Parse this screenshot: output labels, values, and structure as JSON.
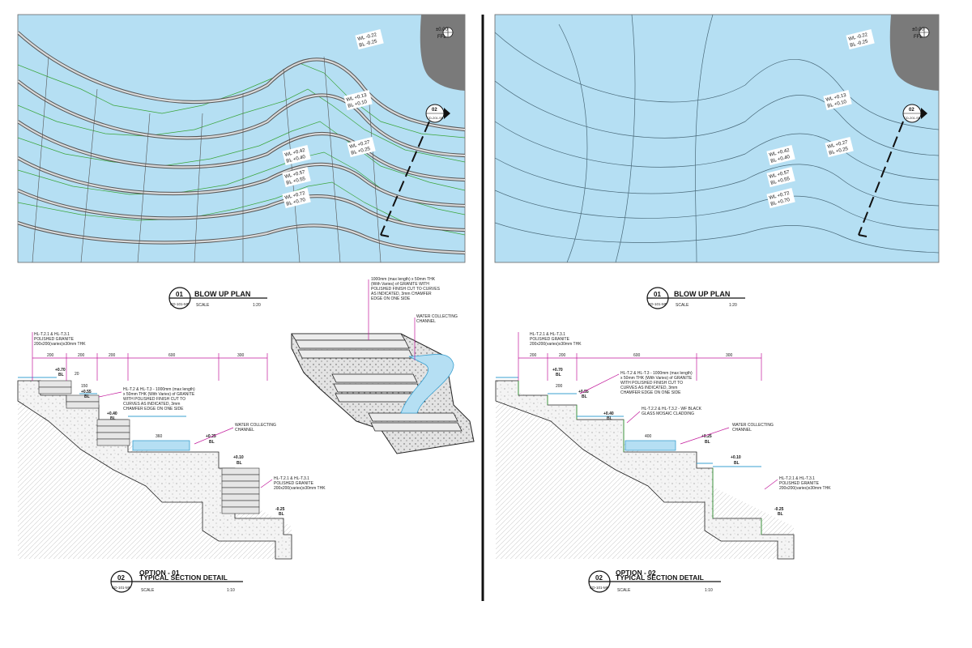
{
  "colors": {
    "water": "#b5dff3",
    "granite": "#d9d9d9",
    "accent": "#c2189b",
    "green": "#3aa53a",
    "ffl": "#7a7a7a"
  },
  "levels": {
    "wl_022": "WL -0.22",
    "bl_025": "BL -0.25",
    "wl_013": "WL +0.13",
    "bl_010": "BL +0.10",
    "wl_027": "WL +0.27",
    "bl_025p": "BL +0.25",
    "wl_042": "WL +0.42",
    "bl_040": "BL +0.40",
    "wl_057": "WL +0.57",
    "bl_055": "BL +0.55",
    "wl_072": "WL +0.72",
    "bl_070": "BL +0.70",
    "ffl_value": "±0.00",
    "ffl_label": "FFL"
  },
  "section_marker": {
    "num": "02",
    "ref": "CD-201-SE"
  },
  "plan_title": {
    "num": "01",
    "ref": "CD-101-MF",
    "title": "BLOW UP PLAN",
    "scale_label": "SCALE",
    "scale": "1:20"
  },
  "option1": {
    "option": "OPTION - 01",
    "num": "02",
    "ref": "CD-101-MF",
    "title": "TYPICAL SECTION DETAIL",
    "scale_label": "SCALE",
    "scale": "1:10",
    "note_top": "HL-T.2.1 & HL-T.3.1\nPOLISHED GRANITE\n200x200(varies)x30mm THK",
    "note_mid": "HL-T.2 & HL-T.3 - 1000mm (max length)\nx 50mm THK (With Varies) of GRANITE\nWITH POLISHED FINISH CUT TO\nCURVES AS INDICATED, 3mm\nCHAMFER EDGE ON ONE SIDE",
    "note_channel": "WATER COLLECTING\nCHANNEL",
    "note_bottom": "HL-T.2.1 & HL-T.3.1\nPOLISHED GRANITE\n200x200(varies)x30mm THK",
    "dims": [
      "200",
      "200",
      "200",
      "600",
      "300"
    ],
    "small_dims": [
      "20",
      "150",
      "360"
    ],
    "lv": [
      "+0.70",
      "+0.55",
      "+0.40",
      "+0.25",
      "+0.10",
      "-0.25"
    ],
    "bl": "BL"
  },
  "iso": {
    "note_granite": "1000mm (max length) x 50mm THK\n(With Varies) of GRANITE WITH\nPOLISHED FINISH CUT TO CURVES\nAS INDICATED, 3mm CHAMFER\nEDGE ON ONE SIDE",
    "note_channel": "WATER COLLECTING\nCHANNEL"
  },
  "option2": {
    "option": "OPTION - 02",
    "num": "02",
    "ref": "CD-101-MF",
    "title": "TYPICAL SECTION DETAIL",
    "scale_label": "SCALE",
    "scale": "1:10",
    "note_top": "HL-T.2.1 & HL-T.3.1\nPOLISHED GRANITE\n200x200(varies)x30mm THK",
    "note_mid": "HL-T.2 & HL-T.3 - 1000mm (max length)\nx 50mm THK (With Varies) of GRANITE\nWITH POLISHED FINISH CUT TO\nCURVES AS INDICATED, 3mm\nCHAMFER EDGE ON ONE SIDE",
    "note_mosaic": "HL-T.2.2 & HL-T.3.2 - WF BLACK\nGLASS MOSAIC CLADDING",
    "note_channel": "WATER COLLECTING\nCHANNEL",
    "note_bottom": "HL-T.2.1 & HL-T.3.1\nPOLISHED GRANITE\n200x200(varies)x30mm THK",
    "dims": [
      "200",
      "200",
      "600",
      "300"
    ],
    "small_dims": [
      "200",
      "400"
    ],
    "lv": [
      "+0.70",
      "+0.55",
      "+0.40",
      "+0.25",
      "+0.10",
      "-0.25"
    ],
    "bl": "BL"
  }
}
